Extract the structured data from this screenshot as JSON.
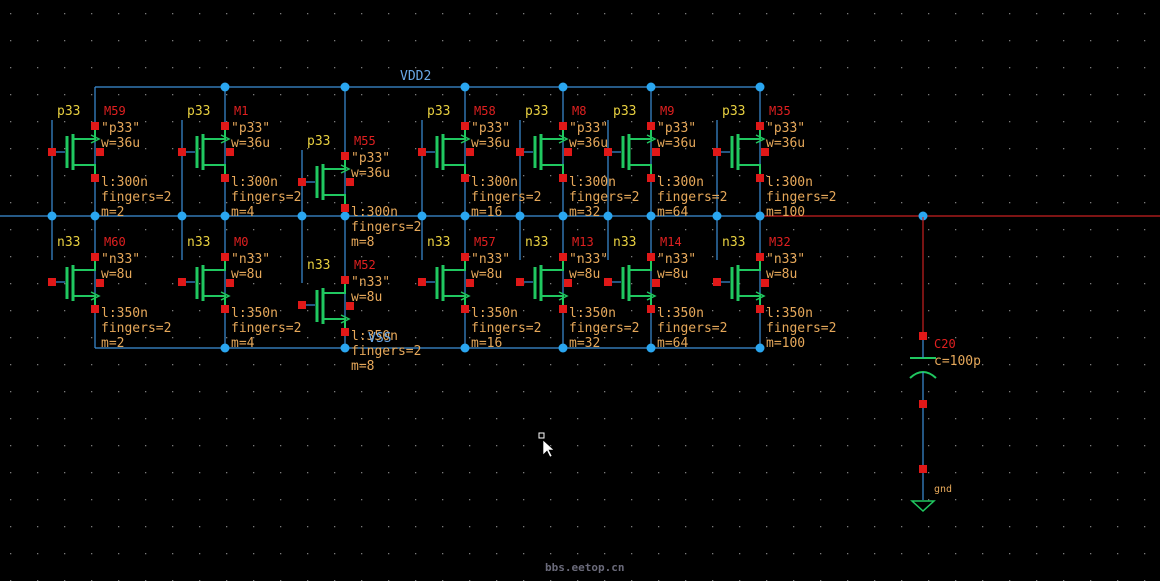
{
  "colors": {
    "background": "#000000",
    "wire": "#3d8fd8",
    "node": "#2aa6f0",
    "pin": "#e01818",
    "transistor": "#20c860",
    "output_wire": "#c82020",
    "label": "#e6a85a",
    "instance_name": "#e02020",
    "cell_name": "#e8d040",
    "net_label": "#6aa8e6",
    "grid_dot": "#7a7a7a"
  },
  "nets": {
    "supply": "VDD2",
    "ground": "VSS",
    "gnd_symbol": "gnd"
  },
  "pmos": [
    {
      "cell": "p33",
      "name": "M59",
      "model": "\"p33\"",
      "w": "w=36u",
      "l": "l:300n",
      "fingers": "fingers=2",
      "m": "m=2"
    },
    {
      "cell": "p33",
      "name": "M1",
      "model": "\"p33\"",
      "w": "w=36u",
      "l": "l:300n",
      "fingers": "fingers=2",
      "m": "m=4"
    },
    {
      "cell": "p33",
      "name": "M55",
      "model": "\"p33\"",
      "w": "w=36u",
      "l": "l:300n",
      "fingers": "fingers=2",
      "m": "m=8"
    },
    {
      "cell": "p33",
      "name": "M58",
      "model": "\"p33\"",
      "w": "w=36u",
      "l": "l:300n",
      "fingers": "fingers=2",
      "m": "m=16"
    },
    {
      "cell": "p33",
      "name": "M8",
      "model": "\"p33\"",
      "w": "w=36u",
      "l": "l:300n",
      "fingers": "fingers=2",
      "m": "m=32"
    },
    {
      "cell": "p33",
      "name": "M9",
      "model": "\"p33\"",
      "w": "w=36u",
      "l": "l:300n",
      "fingers": "fingers=2",
      "m": "m=64"
    },
    {
      "cell": "p33",
      "name": "M35",
      "model": "\"p33\"",
      "w": "w=36u",
      "l": "l:300n",
      "fingers": "fingers=2",
      "m": "m=100"
    }
  ],
  "nmos": [
    {
      "cell": "n33",
      "name": "M60",
      "model": "\"n33\"",
      "w": "w=8u",
      "l": "l:350n",
      "fingers": "fingers=2",
      "m": "m=2"
    },
    {
      "cell": "n33",
      "name": "M0",
      "model": "\"n33\"",
      "w": "w=8u",
      "l": "l:350n",
      "fingers": "fingers=2",
      "m": "m=4"
    },
    {
      "cell": "n33",
      "name": "M52",
      "model": "\"n33\"",
      "w": "w=8u",
      "l": "l:350n",
      "fingers": "fingers=2",
      "m": "m=8"
    },
    {
      "cell": "n33",
      "name": "M57",
      "model": "\"n33\"",
      "w": "w=8u",
      "l": "l:350n",
      "fingers": "fingers=2",
      "m": "m=16"
    },
    {
      "cell": "n33",
      "name": "M13",
      "model": "\"n33\"",
      "w": "w=8u",
      "l": "l:350n",
      "fingers": "fingers=2",
      "m": "m=32"
    },
    {
      "cell": "n33",
      "name": "M14",
      "model": "\"n33\"",
      "w": "w=8u",
      "l": "l:350n",
      "fingers": "fingers=2",
      "m": "m=64"
    },
    {
      "cell": "n33",
      "name": "M32",
      "model": "\"n33\"",
      "w": "w=8u",
      "l": "l:350n",
      "fingers": "fingers=2",
      "m": "m=100"
    }
  ],
  "capacitor": {
    "name": "C20",
    "value": "c=100p"
  },
  "watermark": "bbs.eetop.cn"
}
